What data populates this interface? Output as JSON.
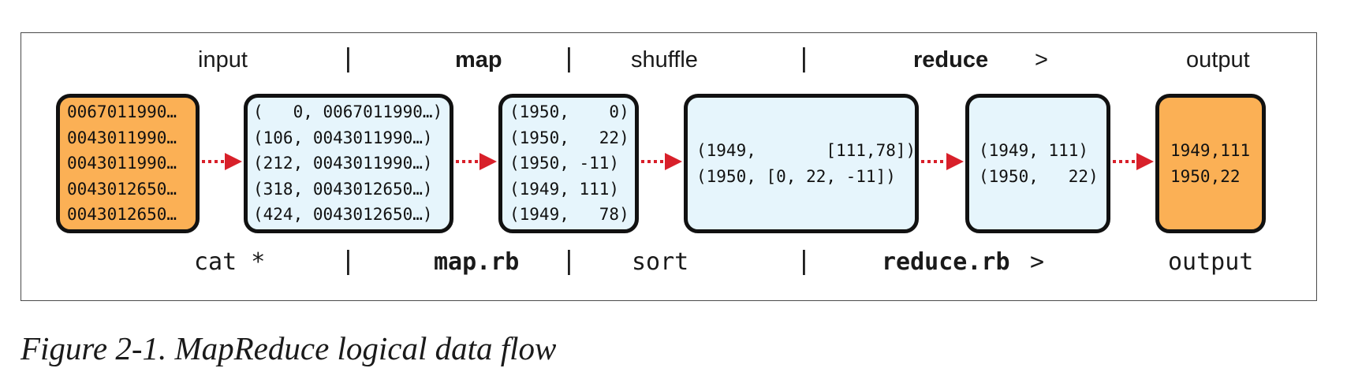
{
  "stages_top": {
    "input": "input",
    "map": "map",
    "shuffle": "shuffle",
    "reduce": "reduce",
    "redirect": ">",
    "output": "output",
    "pipe": "|"
  },
  "stages_bottom": {
    "input": "cat *",
    "map": "map.rb",
    "shuffle": "sort",
    "reduce": "reduce.rb",
    "redirect": ">",
    "output": "output",
    "pipe": "|"
  },
  "boxes": {
    "input": [
      "0067011990…",
      "0043011990…",
      "0043011990…",
      "0043012650…",
      "0043012650…"
    ],
    "map_in": [
      "(   0, 0067011990…)",
      "(106, 0043011990…)",
      "(212, 0043011990…)",
      "(318, 0043012650…)",
      "(424, 0043012650…)"
    ],
    "map_out": [
      "(1950,    0)",
      "(1950,   22)",
      "(1950, -11)",
      "(1949, 111)",
      "(1949,   78)"
    ],
    "shuffle": [
      "(1949,       [111,78])",
      "(1950, [0, 22, -11])"
    ],
    "reduce": [
      "(1949, 111)",
      "(1950,   22)"
    ],
    "output": [
      "1949,111",
      "1950,22"
    ]
  },
  "caption": "Figure 2-1. MapReduce logical data flow",
  "colors": {
    "orange_box": "#fbb055",
    "blue_box": "#e6f5fc",
    "arrow": "#d8202a",
    "border": "#111111"
  }
}
